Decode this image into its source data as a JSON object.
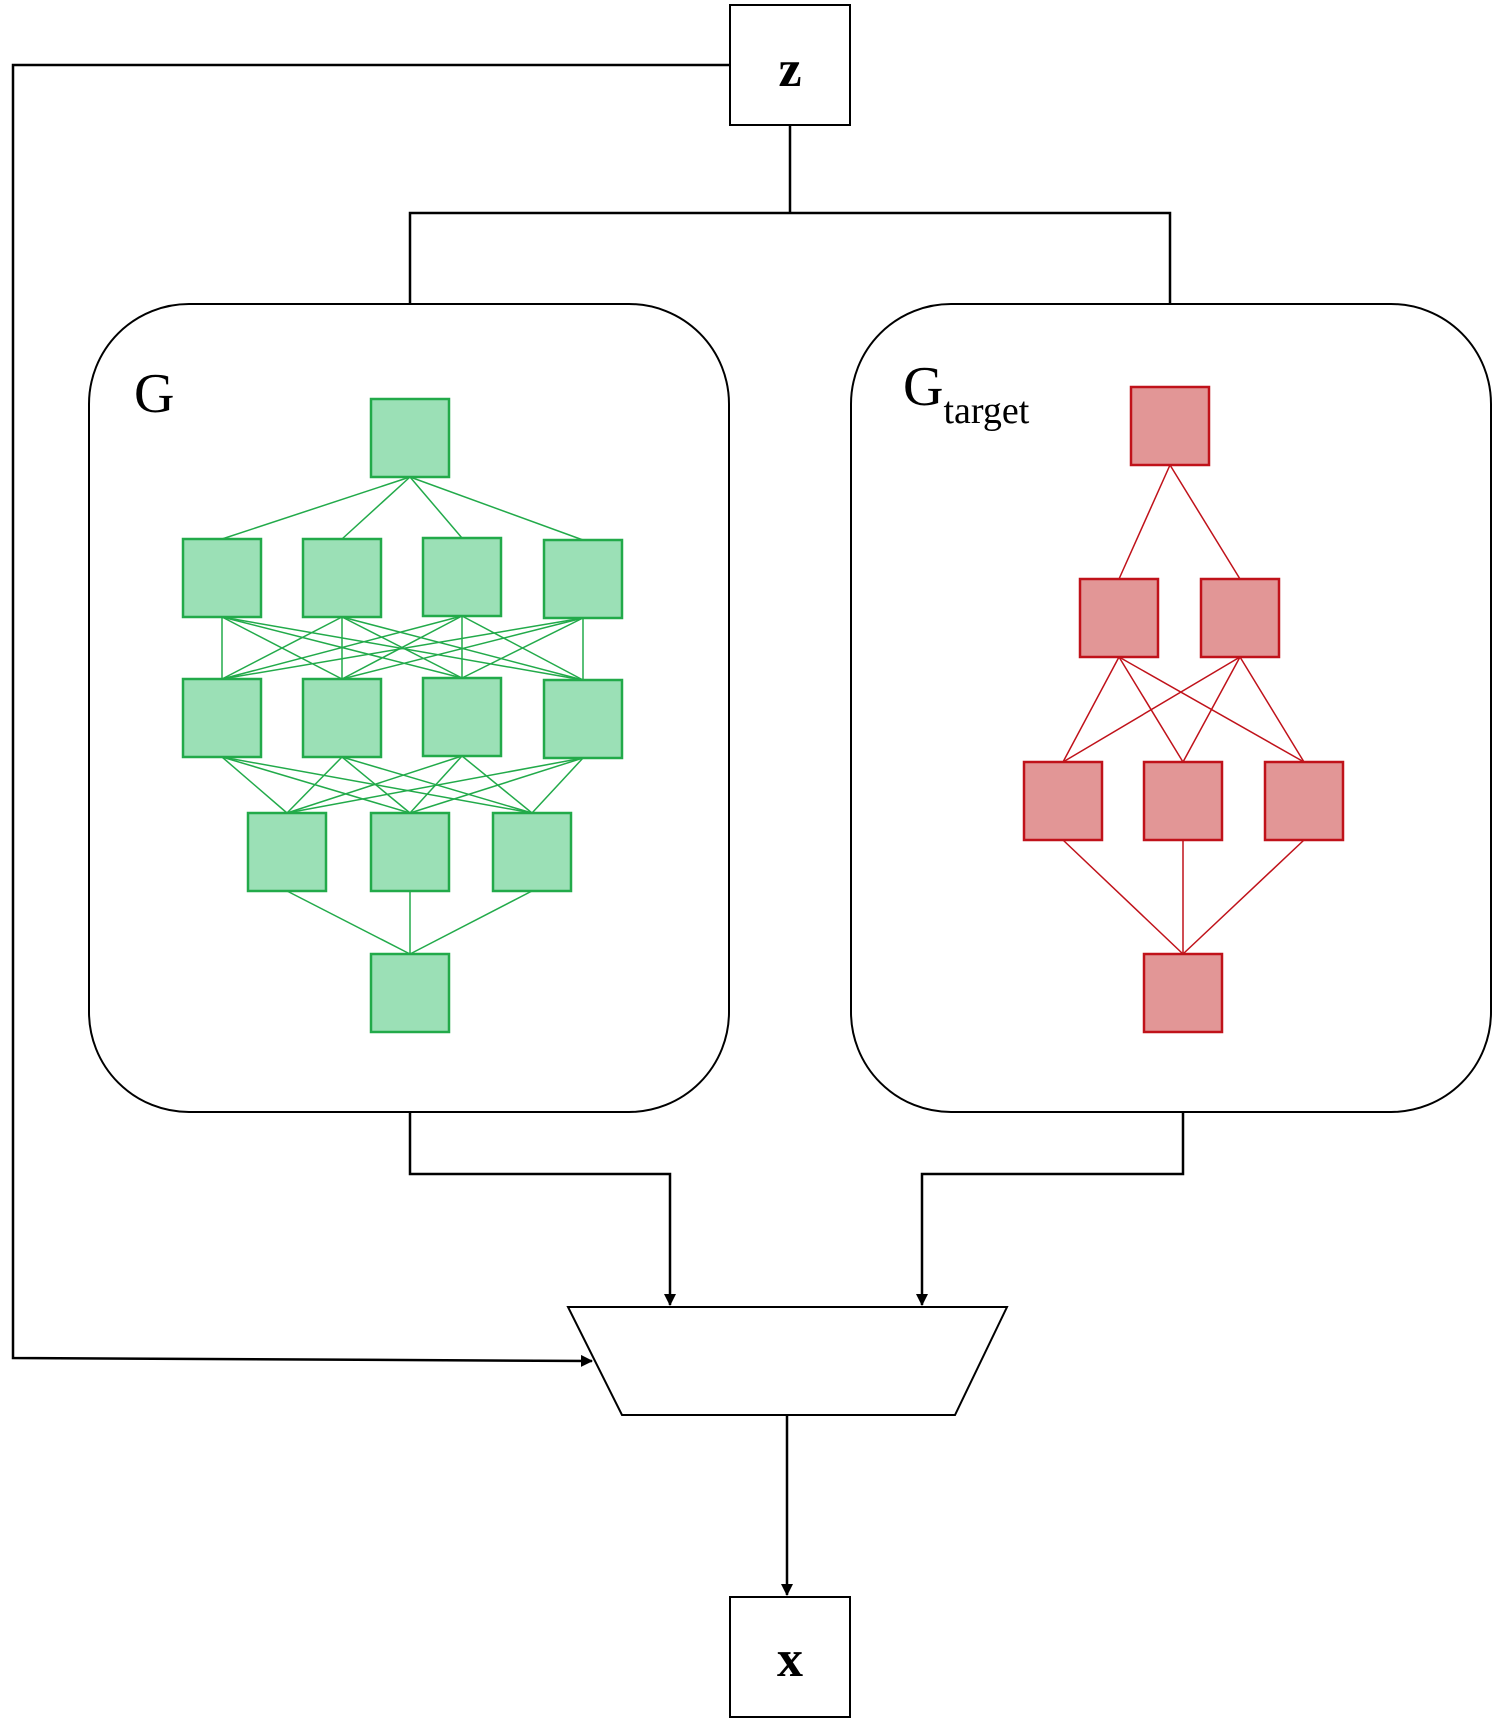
{
  "nodes": {
    "input": {
      "label": "z"
    },
    "output": {
      "label": "x"
    }
  },
  "generator": {
    "label": "G"
  },
  "target_generator": {
    "label": "G",
    "subscript": "target"
  },
  "colors": {
    "line": "#000000",
    "green_fill": "#9be0b6",
    "green_stroke": "#22aa4a",
    "red_fill": "#e29696",
    "red_stroke": "#c0121a"
  },
  "networks": {
    "generator_layers": [
      1,
      4,
      4,
      3,
      1
    ],
    "target_layers": [
      1,
      2,
      3,
      1
    ]
  }
}
